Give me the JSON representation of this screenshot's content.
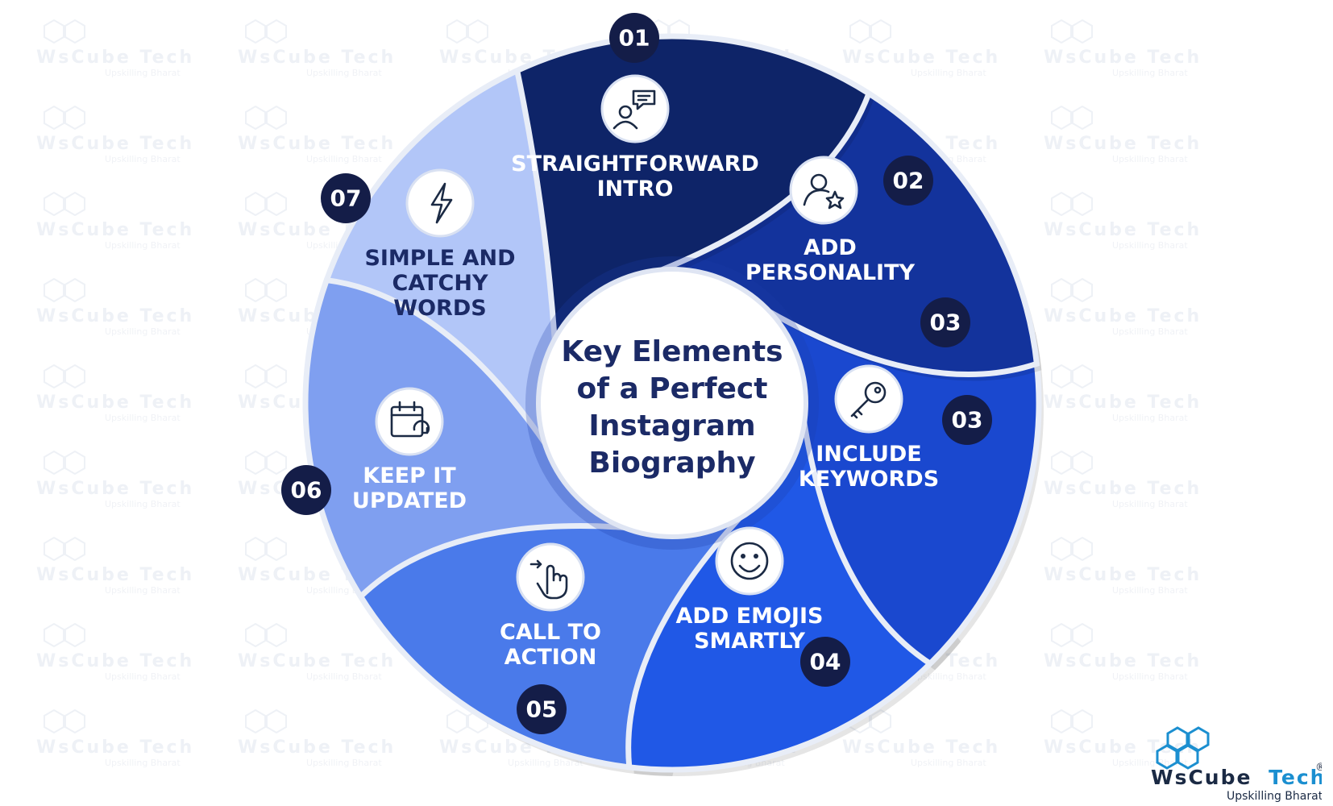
{
  "diagram": {
    "title_lines": [
      "Key Elements",
      "of a Perfect",
      "Instagram",
      "Biography"
    ],
    "segments": [
      {
        "badge": "01",
        "label_lines": [
          "STRAIGHTFORWARD",
          "INTRO"
        ],
        "icon": "chat-user-icon",
        "color": "#0e2468"
      },
      {
        "badge": "02",
        "label_lines": [
          "ADD",
          "PERSONALITY"
        ],
        "icon": "user-star-icon",
        "color": "#13339c"
      },
      {
        "badge": "03",
        "label_lines": [
          "INCLUDE",
          "KEYWORDS"
        ],
        "icon": "key-icon",
        "color": "#1a48cf"
      },
      {
        "badge": "04",
        "label_lines": [
          "ADD EMOJIS",
          "SMARTLY"
        ],
        "icon": "smiley-icon",
        "color": "#2058e6"
      },
      {
        "badge": "05",
        "label_lines": [
          "CALL TO",
          "ACTION"
        ],
        "icon": "hand-pointer-icon",
        "color": "#4a7aea"
      },
      {
        "badge": "06",
        "label_lines": [
          "KEEP IT",
          "UPDATED"
        ],
        "icon": "calendar-refresh-icon",
        "color": "#7f9ff0"
      },
      {
        "badge": "07",
        "label_lines": [
          "SIMPLE AND",
          "CATCHY",
          "WORDS"
        ],
        "icon": "lightning-icon",
        "color": "#b2c6f8"
      }
    ],
    "extra_badge": "03",
    "badge_color": "#141d48"
  },
  "brand": {
    "name_part1": "WsCube",
    "name_part2": "Tech",
    "tagline": "Upskilling Bharat",
    "registered": "®",
    "color_dark": "#1b2a44",
    "color_accent": "#1b8fd0"
  },
  "watermark": {
    "name": "WsCube Tech",
    "tagline": "Upskilling Bharat"
  }
}
